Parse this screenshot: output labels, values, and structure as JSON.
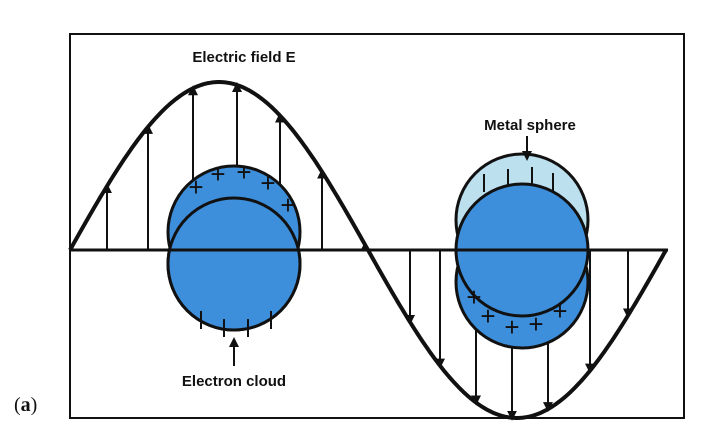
{
  "panel_label": {
    "open": "(",
    "letter": "a",
    "close": ")"
  },
  "labels": {
    "field": "Electric field E",
    "sphere": "Metal sphere",
    "cloud": "Electron cloud"
  },
  "charges": {
    "plus": "+",
    "minus": "|"
  },
  "colors": {
    "electron_cloud": "#bde0ef",
    "metal_sphere": "#3d8fdc",
    "outline": "#111111",
    "frame": "#111111"
  }
}
